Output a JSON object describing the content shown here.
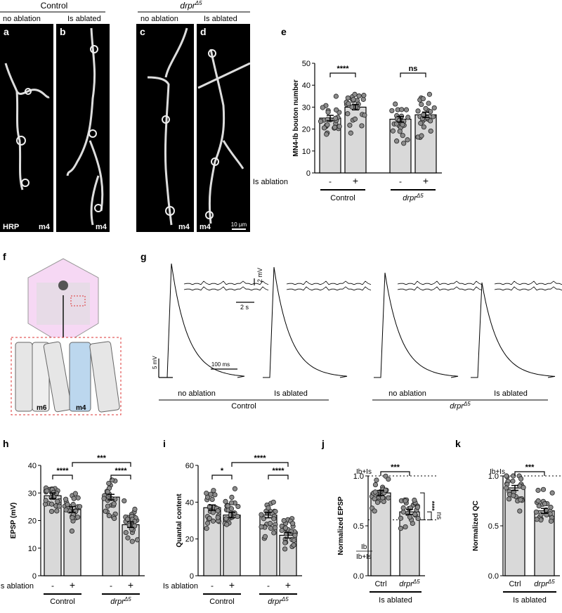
{
  "panels_top": {
    "group_labels": [
      "Control",
      "drpr",
      "Δ5"
    ],
    "conditions": [
      "no ablation",
      "Is ablated",
      "no ablation",
      "Is ablated"
    ],
    "letters": [
      "a",
      "b",
      "c",
      "d",
      "e",
      "f",
      "g",
      "h",
      "i",
      "j",
      "k"
    ],
    "image_tags": [
      "HRP",
      "m4",
      "m4",
      "m4",
      "m4"
    ],
    "scale_bar": "10 µm"
  },
  "panel_f": {
    "muscle_labels": [
      "m6",
      "m4"
    ]
  },
  "panel_g": {
    "scale_mv": "2 mV",
    "scale_s": "2 s",
    "scale_mv_big": "5 mV",
    "scale_ms": "100 ms",
    "conditions": [
      "no ablation",
      "Is ablated",
      "no ablation",
      "Is ablated"
    ],
    "groups": [
      "Control",
      "drpr",
      "Δ5"
    ]
  },
  "axis_common": {
    "ablation_label": "Is ablation",
    "minus": "-",
    "plus": "+",
    "control": "Control",
    "drpr": "drpr",
    "delta": "Δ5",
    "is_ablated": "Is ablated",
    "ctrl": "Ctrl",
    "lb_ls": "Ib+Is",
    "lb": "Ib"
  },
  "chart_data": [
    {
      "panel": "e",
      "type": "bar",
      "ylabel": "MN4-Ib bouton number",
      "ylim": [
        0,
        50
      ],
      "yticks": [
        0,
        10,
        20,
        30,
        40,
        50
      ],
      "categories": [
        "Control -",
        "Control +",
        "drpr -",
        "drpr +"
      ],
      "values": [
        25,
        30,
        24.5,
        26.5
      ],
      "sig": [
        "****",
        "ns"
      ],
      "accent": "#d9d9d9"
    },
    {
      "panel": "h",
      "type": "bar",
      "ylabel": "EPSP (mV)",
      "ylim": [
        0,
        40
      ],
      "yticks": [
        0,
        10,
        20,
        30,
        40
      ],
      "categories": [
        "Control -",
        "Control +",
        "drpr -",
        "drpr +"
      ],
      "values": [
        29,
        24,
        28.5,
        18.5
      ],
      "sig": [
        "****",
        "****",
        "***"
      ]
    },
    {
      "panel": "i",
      "type": "bar",
      "ylabel": "Quantal content",
      "ylim": [
        0,
        60
      ],
      "yticks": [
        0,
        20,
        40,
        60
      ],
      "categories": [
        "Control -",
        "Control +",
        "drpr -",
        "drpr +"
      ],
      "values": [
        37,
        33,
        33,
        22
      ],
      "sig": [
        "*",
        "****",
        "****"
      ]
    },
    {
      "panel": "j",
      "type": "bar",
      "ylabel": "Normalized EPSP",
      "ylim": [
        0,
        1.0
      ],
      "yticks": [
        0.0,
        0.5,
        1.0
      ],
      "categories": [
        "Ctrl",
        "drpr"
      ],
      "values": [
        0.83,
        0.64
      ],
      "reference_lines": [
        1.0,
        0.56
      ],
      "sig": [
        "***",
        "****",
        "ns"
      ]
    },
    {
      "panel": "k",
      "type": "bar",
      "ylabel": "Normalized QC",
      "ylim": [
        0,
        1.0
      ],
      "yticks": [
        0.0,
        0.5,
        1.0
      ],
      "categories": [
        "Ctrl",
        "drpr"
      ],
      "values": [
        0.88,
        0.65
      ],
      "reference_lines": [
        1.0
      ],
      "sig": [
        "***"
      ]
    }
  ]
}
